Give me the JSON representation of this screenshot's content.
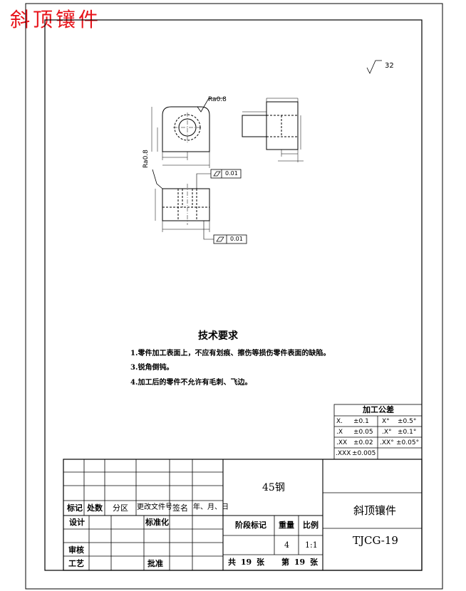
{
  "title": "斜顶镶件",
  "surface_symbol": "32",
  "views": {
    "roughness_top": "Ra0.8",
    "roughness_side": "Ra0.8",
    "flatness_1_value": "0.01",
    "flatness_2_value": "0.01"
  },
  "requirements": {
    "heading": "技术要求",
    "items": [
      "1.零件加工表面上，不应有划痕、擦伤等损伤零件表面的缺陷。",
      "3.锐角倒钝。",
      "4.加工后的零件不允许有毛刺、飞边。"
    ]
  },
  "tolerance_table": {
    "heading": "加工公差",
    "rows": [
      {
        "k1": "X.",
        "v1": "±0.1",
        "k2": "X°",
        "v2": "±0.5°"
      },
      {
        "k1": ".X",
        "v1": "±0.05",
        "k2": ".X°",
        "v2": "±0.1°"
      },
      {
        "k1": ".XX",
        "v1": "±0.02",
        "k2": ".XX°",
        "v2": "±0.05°"
      },
      {
        "k1": ".XXX",
        "v1": "±0.005",
        "k2": "",
        "v2": ""
      }
    ]
  },
  "title_block": {
    "material": "45钢",
    "part_name": "斜顶镶件",
    "drawing_no": "TJCG-19",
    "labels": {
      "mark": "标记",
      "count": "处数",
      "zone": "分区",
      "change_doc": "更改文件号",
      "sign": "签名",
      "date": "年、月、日",
      "design": "设计",
      "standard": "标准化",
      "review": "审核",
      "process": "工艺",
      "approve": "批准",
      "stage": "阶段标记",
      "weight": "重量",
      "scale": "比例"
    },
    "weight_value": "4",
    "scale_value": "1:1",
    "sheets_total": "共 19 张",
    "sheet_no": "第 19 张"
  }
}
